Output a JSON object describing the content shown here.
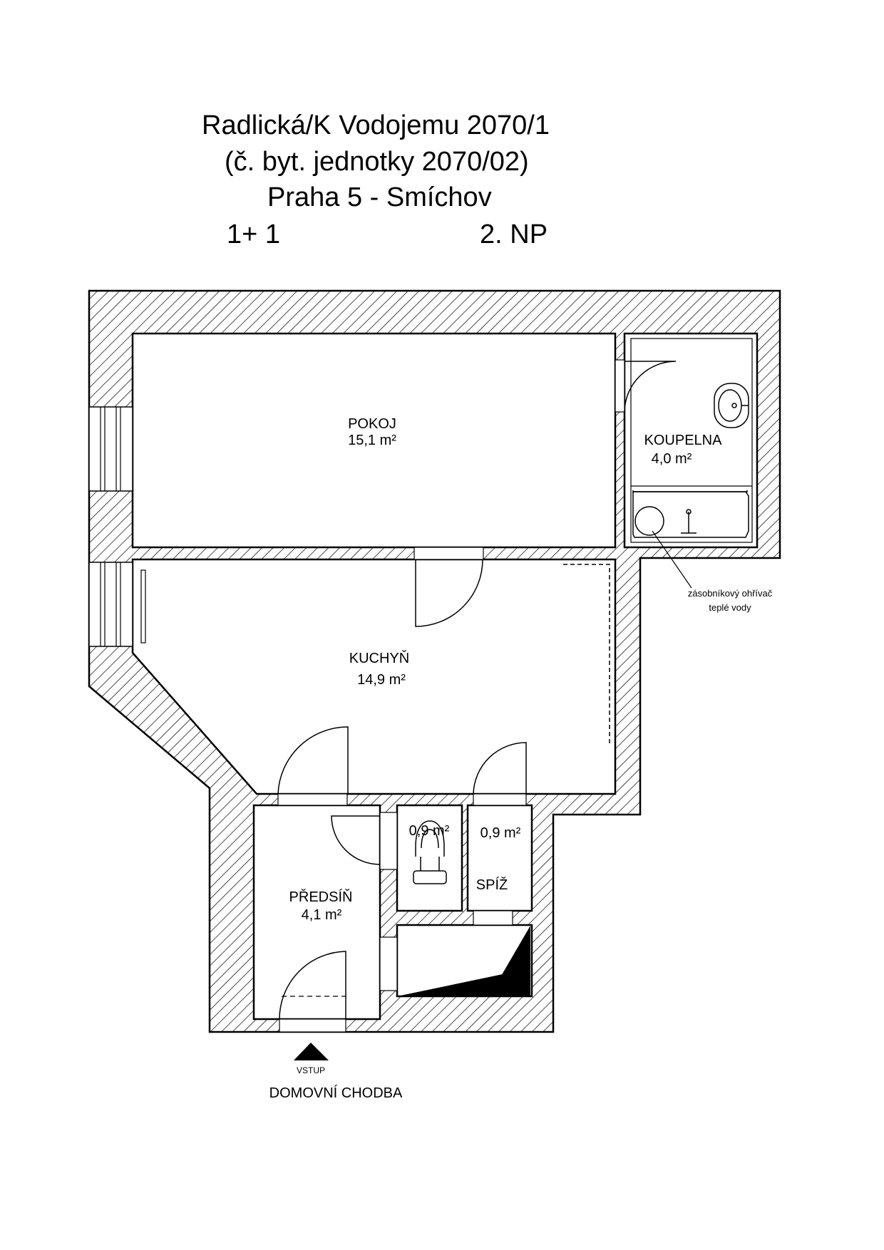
{
  "header": {
    "address": "Radlická/K Vodojemu 2070/1",
    "unit": "(č. byt. jednotky 2070/02)",
    "district": "Praha 5 - Smíchov",
    "layout": "1+ 1",
    "floor": "2. NP"
  },
  "rooms": {
    "pokoj": {
      "name": "POKOJ",
      "area": "15,1 m²"
    },
    "koupelna": {
      "name": "KOUPELNA",
      "area": "4,0 m²"
    },
    "kuchyn": {
      "name": "KUCHYŇ",
      "area": "14,9 m²"
    },
    "predsin": {
      "name": "PŘEDSÍŇ",
      "area": "4,1 m²"
    },
    "wc": {
      "area": "0,9 m²"
    },
    "spiz": {
      "name": "SPÍŽ",
      "area": "0,9 m²"
    }
  },
  "annotations": {
    "heater_line1": "zásobníkový ohřívač",
    "heater_line2": "teplé vody",
    "entrance": "VSTUP",
    "corridor": "DOMOVNÍ CHODBA"
  }
}
